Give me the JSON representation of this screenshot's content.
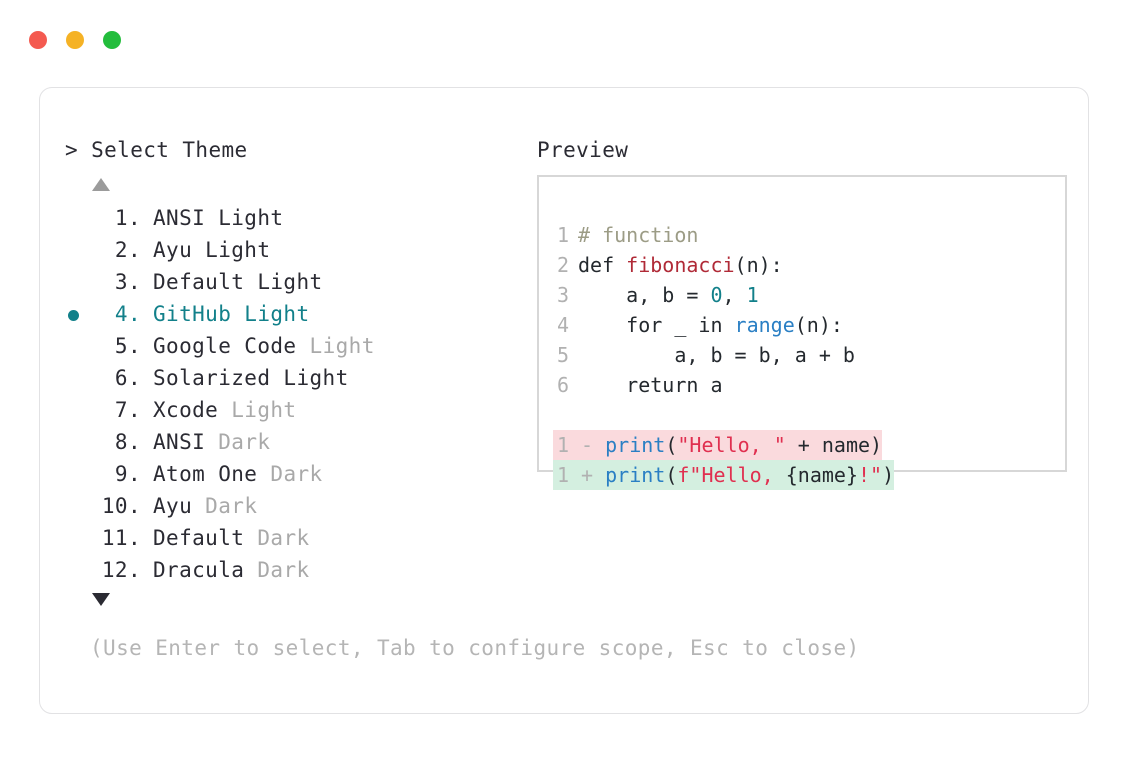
{
  "window": {
    "dots": [
      {
        "name": "close",
        "color": "#f45a50"
      },
      {
        "name": "minimize",
        "color": "#f5b225"
      },
      {
        "name": "maximize",
        "color": "#23bd3c"
      }
    ]
  },
  "prompt": {
    "heading": "> Select Theme",
    "scroll_up_glyph": "▲",
    "scroll_down_glyph": "▼",
    "hint": "(Use Enter to select, Tab to configure scope, Esc to close)"
  },
  "themes": {
    "selected_index": 4,
    "items": [
      {
        "index": "1.",
        "name": "ANSI Light",
        "suffix": "",
        "selected": false
      },
      {
        "index": "2.",
        "name": "Ayu Light",
        "suffix": "",
        "selected": false
      },
      {
        "index": "3.",
        "name": "Default Light",
        "suffix": "",
        "selected": false
      },
      {
        "index": "4.",
        "name": "GitHub Light",
        "suffix": "",
        "selected": true
      },
      {
        "index": "5.",
        "name": "Google Code",
        "suffix": "Light",
        "selected": false
      },
      {
        "index": "6.",
        "name": "Solarized Light",
        "suffix": "",
        "selected": false
      },
      {
        "index": "7.",
        "name": "Xcode",
        "suffix": "Light",
        "selected": false
      },
      {
        "index": "8.",
        "name": "ANSI",
        "suffix": "Dark",
        "selected": false
      },
      {
        "index": "9.",
        "name": "Atom One",
        "suffix": "Dark",
        "selected": false
      },
      {
        "index": "10.",
        "name": "Ayu",
        "suffix": "Dark",
        "selected": false
      },
      {
        "index": "11.",
        "name": "Default",
        "suffix": "Dark",
        "selected": false
      },
      {
        "index": "12.",
        "name": "Dracula",
        "suffix": "Dark",
        "selected": false
      }
    ]
  },
  "preview": {
    "heading": "Preview",
    "code_lines": [
      {
        "n": "1",
        "tokens": [
          {
            "t": "# function",
            "c": "comment"
          }
        ]
      },
      {
        "n": "2",
        "tokens": [
          {
            "t": "def ",
            "c": "plain"
          },
          {
            "t": "fibonacci",
            "c": "fn"
          },
          {
            "t": "(n):",
            "c": "plain"
          }
        ]
      },
      {
        "n": "3",
        "tokens": [
          {
            "t": "    a, b = ",
            "c": "plain"
          },
          {
            "t": "0",
            "c": "num"
          },
          {
            "t": ", ",
            "c": "plain"
          },
          {
            "t": "1",
            "c": "num"
          }
        ]
      },
      {
        "n": "4",
        "tokens": [
          {
            "t": "    for _ in ",
            "c": "plain"
          },
          {
            "t": "range",
            "c": "builtin"
          },
          {
            "t": "(n):",
            "c": "plain"
          }
        ]
      },
      {
        "n": "5",
        "tokens": [
          {
            "t": "        a, b = b, a + b",
            "c": "plain"
          }
        ]
      },
      {
        "n": "6",
        "tokens": [
          {
            "t": "    return a",
            "c": "plain"
          }
        ]
      }
    ],
    "diff_lines": [
      {
        "n": "1",
        "kind": "del",
        "mark": " - ",
        "tokens": [
          {
            "t": "print",
            "c": "builtin"
          },
          {
            "t": "(",
            "c": "plain"
          },
          {
            "t": "\"Hello, \"",
            "c": "str"
          },
          {
            "t": " + name)",
            "c": "plain"
          }
        ]
      },
      {
        "n": "1",
        "kind": "add",
        "mark": " + ",
        "tokens": [
          {
            "t": "print",
            "c": "builtin"
          },
          {
            "t": "(",
            "c": "plain"
          },
          {
            "t": "f\"Hello, ",
            "c": "str"
          },
          {
            "t": "{name}",
            "c": "plain"
          },
          {
            "t": "!\"",
            "c": "str"
          },
          {
            "t": ")",
            "c": "plain"
          }
        ]
      }
    ]
  },
  "colors": {
    "accent_teal": "#12808a",
    "diff_del_bg": "#fadadd",
    "diff_add_bg": "#d4efe0",
    "dim_text": "#a9a9a9",
    "border": "#e2e2e4"
  }
}
